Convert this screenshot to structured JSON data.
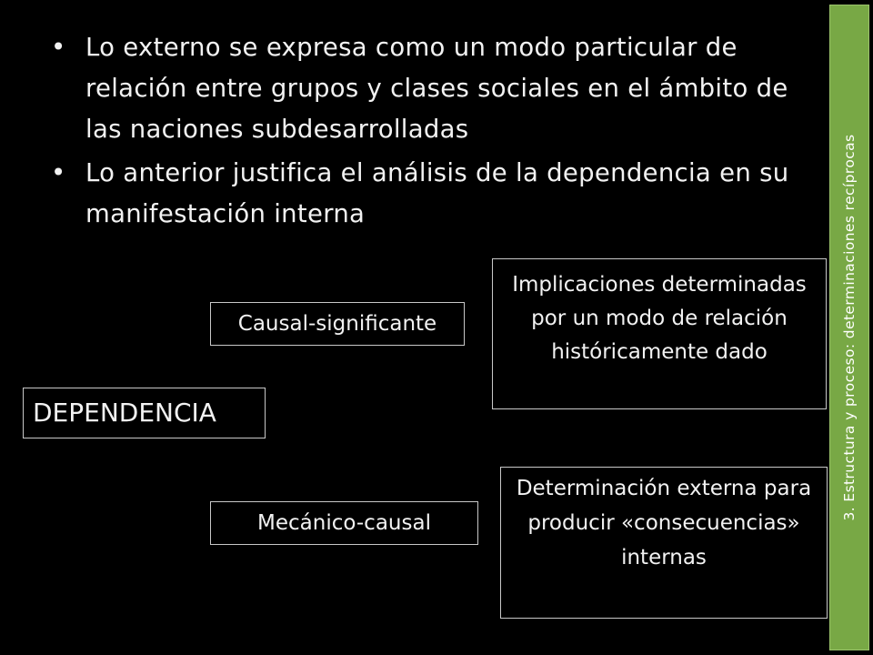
{
  "bullets": [
    "Lo externo se expresa como un modo particular de relación entre grupos y clases sociales en el ámbito de las naciones subdesarrolladas",
    "Lo anterior justifica el análisis de la dependencia en su manifestación interna"
  ],
  "bullet_symbol": "•",
  "diagram": {
    "causal_significante": "Causal-significante",
    "implicaciones": "Implicaciones determinadas por un modo de relación históricamente dado",
    "dependencia": "DEPENDENCIA",
    "mecanico_causal": "Mecánico-causal",
    "determinacion": "Determinación externa para producir «consecuencias» internas"
  },
  "sidebar": {
    "title": "3. Estructura y proceso: determinaciones recíprocas",
    "color": "#78a845"
  }
}
